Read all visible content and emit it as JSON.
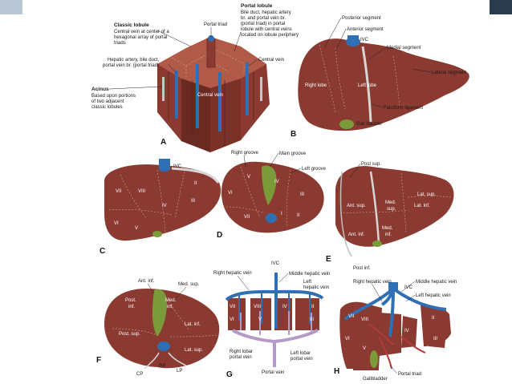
{
  "panel_A": {
    "letter": "A",
    "classic_title": "Classic lobule",
    "classic_lines": [
      "Central vein at center of a",
      "hexagonal array of portal",
      "triads"
    ],
    "portal_triad": "Portal triad",
    "portal_title": "Portal lobule",
    "portal_lines": [
      "Bile duct, hepatic artery",
      "br. and portal vein br.",
      "(portal triad) in portal",
      "lobule with central veins",
      "located on lobule periphery"
    ],
    "central_vein": "Central vein",
    "central_vein_inside": "Central vein",
    "hepatic_lines": [
      "Hepatic artery, bile duct,",
      "portal vein br. (portal triad)"
    ],
    "acinus_title": "Acinus",
    "acinus_lines": [
      "Based upon portions",
      "of two adjacent",
      "classic lobules"
    ]
  },
  "panel_B": {
    "letter": "B",
    "posterior": "Posterior segment",
    "anterior": "Anterior segment",
    "ivc": "IVC",
    "medial": "Medial segment",
    "lateral": "Lateral segment",
    "right_lobe": "Right lobe",
    "left_lobe": "Left lobe",
    "falciform": "Falciform ligament",
    "gall": "Gall bladder"
  },
  "panel_C": {
    "letter": "C",
    "ivc": "IVC",
    "segs": {
      "vii": "VII",
      "viii": "VIII",
      "ii": "II",
      "iv": "IV",
      "iii": "III",
      "vi": "VI",
      "v": "V"
    }
  },
  "panel_D": {
    "letter": "D",
    "right_groove": "Right groove",
    "main_groove": "Main groove",
    "left_groove": "Left groove",
    "segs": {
      "v": "V",
      "iv": "IV",
      "vi": "VI",
      "iii": "III",
      "vii": "VII",
      "i": "I",
      "ii": "II"
    }
  },
  "panel_E": {
    "letter": "E",
    "post_sup": "Post sup.",
    "lat_sup": "Lat. sup.",
    "ant_sup": "Ant. sup.",
    "med_sup_1": "Med.",
    "med_sup_2": "sup.",
    "lat_inf": "Lat. inf.",
    "ant_inf": "Ant. inf.",
    "med_inf_1": "Med.",
    "med_inf_2": "inf.",
    "post_inf": "Post inf."
  },
  "panel_F": {
    "letter": "F",
    "ant_inf": "Ant. inf.",
    "med_sup": "Med. sup.",
    "post_inf_1": "Post.",
    "post_inf_2": "inf.",
    "med_inf_1": "Med.",
    "med_inf_2": "inf.",
    "post_sup": "Post. sup.",
    "lat_inf": "Lat. inf.",
    "lat_sup": "Lat. sup.",
    "cp": "CP",
    "rp": "RP",
    "lp": "LP"
  },
  "panel_G": {
    "letter": "G",
    "ivc": "IVC",
    "right_hv": "Right hepatic vein",
    "middle_hv": "Middle hepatic vein",
    "left_hv_1": "Left",
    "left_hv_2": "hepatic vein",
    "segs": {
      "vii": "VII",
      "viii": "VIII",
      "iv": "IV",
      "ii": "II",
      "vi": "VI",
      "v": "V",
      "iii": "III"
    },
    "rlpv_1": "Right lobar",
    "rlpv_2": "portal vein",
    "llpv_1": "Left lobar",
    "llpv_2": "portal vein",
    "portal_vein": "Portal vein"
  },
  "panel_H": {
    "letter": "H",
    "right_hv": "Right hepatic vein",
    "middle_hv": "Middle hepatic vein",
    "ivc": "IVC",
    "left_hv": "Left hepatic vein",
    "segs": {
      "vii": "VII",
      "viii": "VIII",
      "ii": "II",
      "iv": "IV",
      "iii": "III",
      "vi": "VI",
      "v": "V"
    },
    "portal_triad": "Portal triad",
    "gallbladder": "Gallbladder"
  },
  "colors": {
    "liver": "#8a3a30",
    "liver_dark": "#6a2a22",
    "liver_light": "#a4503f",
    "vein_blue": "#2f6fb5",
    "gall_green": "#7b9a3a",
    "portal_purple": "#b59ac8",
    "ligament_grey": "#cfcfcf"
  }
}
